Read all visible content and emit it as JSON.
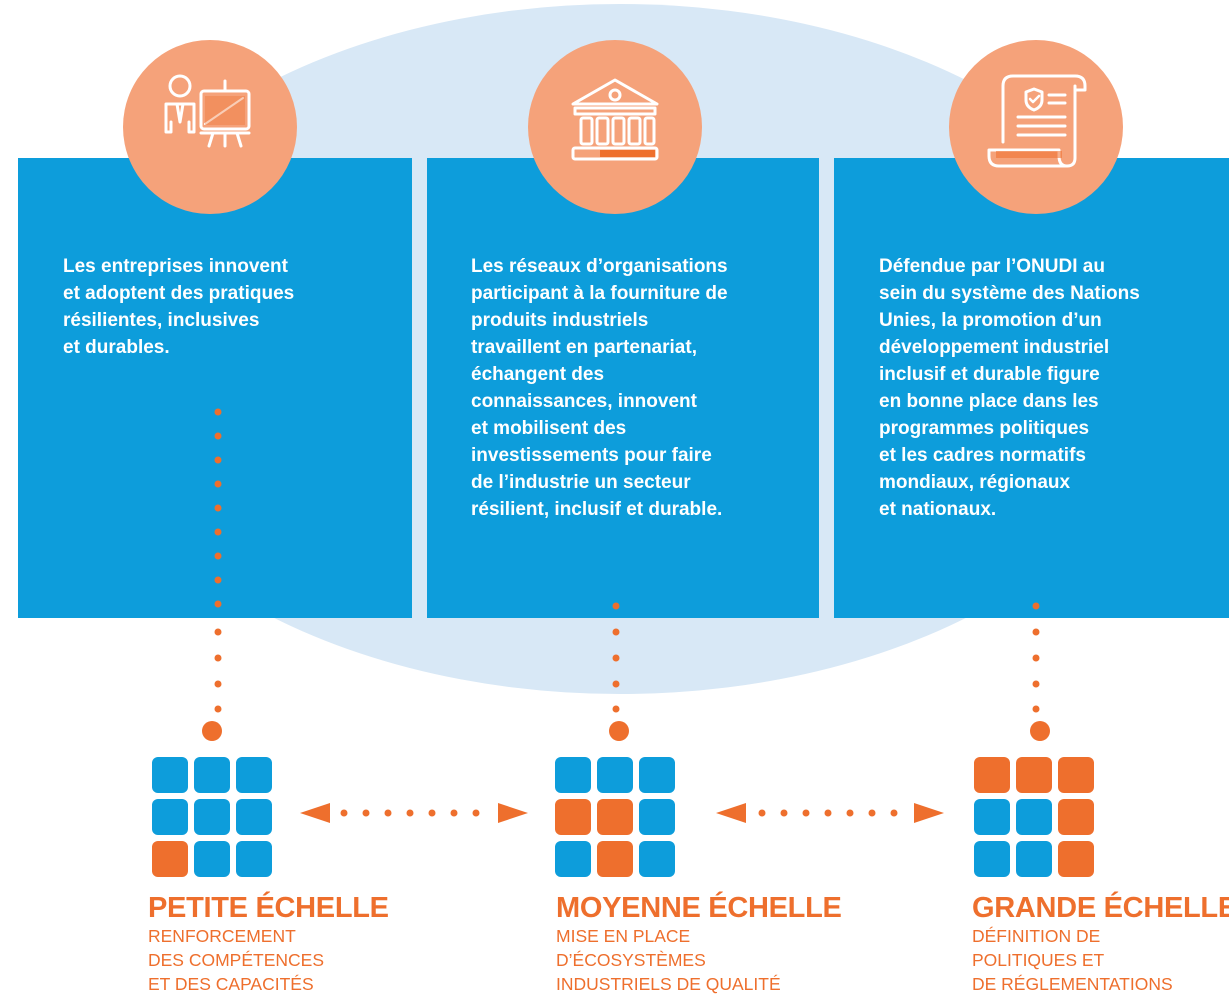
{
  "colors": {
    "panel_blue": "#0d9ddb",
    "ellipse_blue": "#d8e8f6",
    "circle_orange": "#f5a27a",
    "accent_orange": "#ee6f2d",
    "square_blue": "#0d9ddb",
    "square_orange": "#ee6f2d",
    "text_white": "#ffffff"
  },
  "panels": [
    {
      "icon": "presenter-board-icon",
      "lines": [
        "Les entreprises innovent",
        "et adoptent des pratiques",
        "résilientes, inclusives",
        "et durables."
      ]
    },
    {
      "icon": "institution-building-icon",
      "lines": [
        "Les réseaux d’organisations",
        "participant à la fourniture de",
        "produits industriels",
        "travaillent en partenariat,",
        "échangent des",
        "connaissances, innovent",
        "et mobilisent des",
        "investissements pour faire",
        "de l’industrie un secteur",
        "résilient, inclusif et durable."
      ]
    },
    {
      "icon": "policy-scroll-icon",
      "lines": [
        "Défendue par l’ONUDI au",
        "sein du système des Nations",
        "Unies, la promotion d’un",
        "développement industriel",
        "inclusif et durable figure",
        "en bonne place dans les",
        "programmes politiques",
        "et les cadres normatifs",
        "mondiaux, régionaux",
        "et nationaux."
      ]
    }
  ],
  "scales": [
    {
      "title": "PETITE ÉCHELLE",
      "lines": [
        "RENFORCEMENT",
        "DES COMPÉTENCES",
        "ET DES CAPACITÉS"
      ],
      "grid": [
        "blue",
        "blue",
        "blue",
        "blue",
        "blue",
        "blue",
        "orange",
        "blue",
        "blue"
      ]
    },
    {
      "title": "MOYENNE ÉCHELLE",
      "lines": [
        "MISE EN PLACE",
        "D’ÉCOSYSTÈMES",
        "INDUSTRIELS DE QUALITÉ"
      ],
      "grid": [
        "blue",
        "blue",
        "blue",
        "orange",
        "orange",
        "blue",
        "blue",
        "orange",
        "blue"
      ]
    },
    {
      "title": "GRANDE ÉCHELLE",
      "lines": [
        "DÉFINITION DE",
        "POLITIQUES ET",
        "DE RÉGLEMENTATIONS"
      ],
      "grid": [
        "orange",
        "orange",
        "orange",
        "blue",
        "blue",
        "orange",
        "blue",
        "blue",
        "orange"
      ]
    }
  ]
}
